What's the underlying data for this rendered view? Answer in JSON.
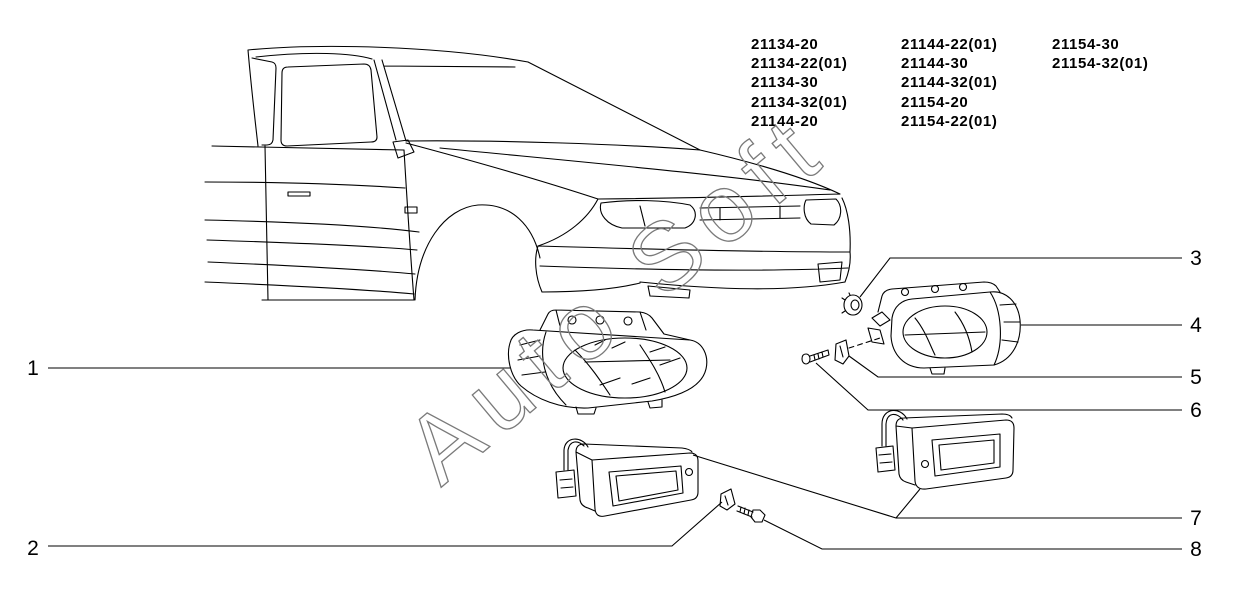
{
  "diagram": {
    "background": "#ffffff",
    "line_color": "#000000",
    "watermark_color": "#7a7a7a"
  },
  "watermark": "Auto Soft",
  "model_codes": {
    "column_1": [
      "21134-20",
      "21134-22(01)",
      "21134-30",
      "21134-32(01)",
      "21144-20"
    ],
    "column_2": [
      "21144-22(01)",
      "21144-30",
      "21144-32(01)",
      "21154-20",
      "21154-22(01)"
    ],
    "column_3": [
      "21154-30",
      "21154-32(01)"
    ]
  },
  "callouts": [
    "1",
    "2",
    "3",
    "4",
    "5",
    "6",
    "7",
    "8"
  ]
}
